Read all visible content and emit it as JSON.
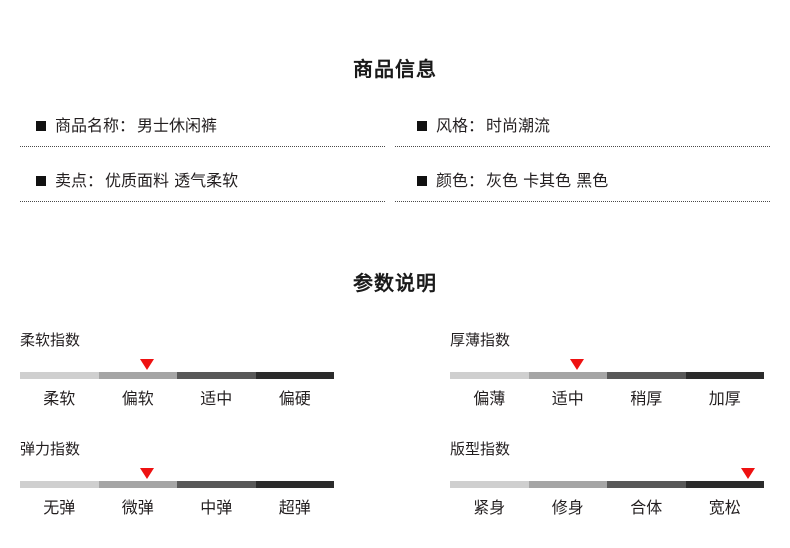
{
  "page": {
    "background": "#ffffff",
    "text_color": "#231f20",
    "marker_color": "#ee1111"
  },
  "sections": {
    "info_title": "商品信息",
    "params_title": "参数说明"
  },
  "info": {
    "rows": [
      {
        "left": {
          "bullet": "square-bullet-icon",
          "label": "商品名称：",
          "value": "男士休闲裤"
        },
        "right": {
          "bullet": "square-bullet-icon",
          "label": "风格：",
          "value": "时尚潮流"
        }
      },
      {
        "left": {
          "bullet": "square-bullet-icon",
          "label": "卖点：",
          "value": "优质面料 透气柔软"
        },
        "right": {
          "bullet": "square-bullet-icon",
          "label": "颜色：",
          "value": "灰色 卡其色 黑色"
        }
      }
    ]
  },
  "gauges": [
    {
      "name": "softness",
      "title": "柔软指数",
      "labels": [
        "柔软",
        "偏软",
        "适中",
        "偏硬"
      ],
      "selected_index": 1,
      "selected_label": "偏软",
      "marker_percent": 38,
      "segment_colors": [
        "#cfcfcf",
        "#a5a5a5",
        "#585858",
        "#2b2b2b"
      ]
    },
    {
      "name": "thickness",
      "title": "厚薄指数",
      "labels": [
        "偏薄",
        "适中",
        "稍厚",
        "加厚"
      ],
      "selected_index": 1,
      "selected_label": "适中",
      "marker_percent": 38,
      "segment_colors": [
        "#cfcfcf",
        "#a5a5a5",
        "#585858",
        "#2b2b2b"
      ]
    },
    {
      "name": "elasticity",
      "title": "弹力指数",
      "labels": [
        "无弹",
        "微弹",
        "中弹",
        "超弹"
      ],
      "selected_index": 1,
      "selected_label": "微弹",
      "marker_percent": 38,
      "segment_colors": [
        "#cfcfcf",
        "#a5a5a5",
        "#585858",
        "#2b2b2b"
      ]
    },
    {
      "name": "fit",
      "title": "版型指数",
      "labels": [
        "紧身",
        "修身",
        "合体",
        "宽松"
      ],
      "selected_index": 3,
      "selected_label": "宽松",
      "marker_percent": 89,
      "segment_colors": [
        "#cfcfcf",
        "#a5a5a5",
        "#585858",
        "#2b2b2b"
      ]
    }
  ]
}
